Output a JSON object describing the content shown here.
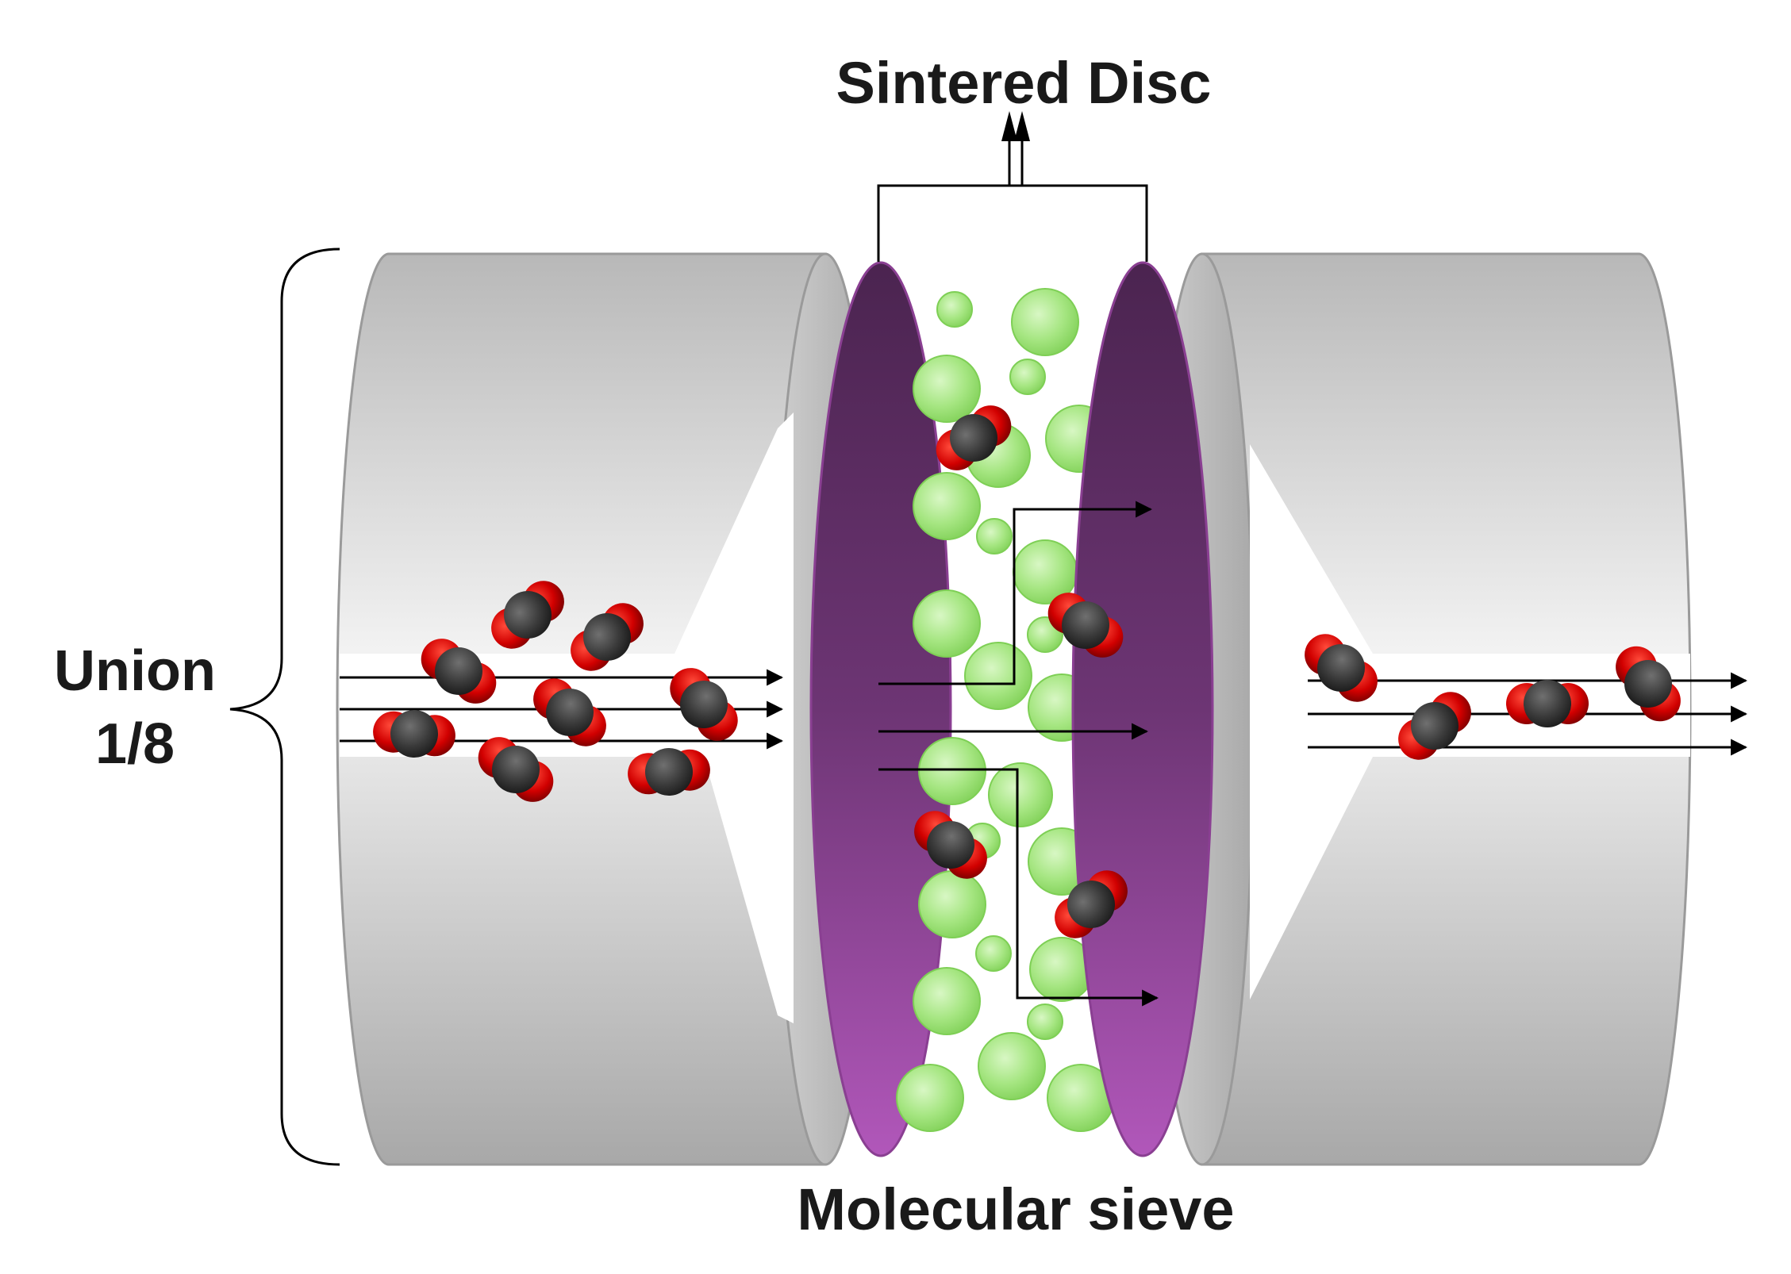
{
  "labels": {
    "sintered_disc": "Sintered Disc",
    "union_line1": "Union",
    "union_line2": "1/8",
    "molecular_sieve": "Molecular sieve"
  },
  "colors": {
    "union_body": "#c4c4c4",
    "union_edge": "#9a9a9a",
    "disc_dark": "#4e2650",
    "disc_light": "#b058b8",
    "sieve_bead": "#9fe07a",
    "sieve_bead_edge": "#6fc24c",
    "oxygen": "#d10000",
    "carbon": "#3a3a3a",
    "arrow": "#000000"
  },
  "icons": {
    "molecule": "co2-molecule-icon",
    "bead": "sieve-bead-icon"
  }
}
